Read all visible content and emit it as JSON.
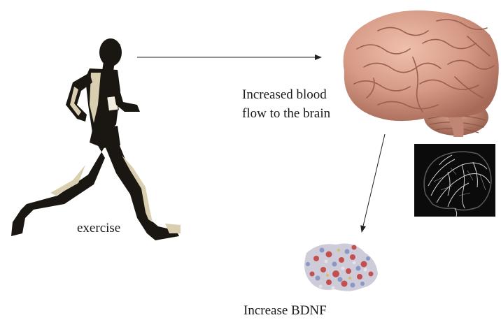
{
  "labels": {
    "exercise": "exercise",
    "blood_flow_line1": "Increased blood",
    "blood_flow_line2": "flow to the brain",
    "bdnf": "Increase BDNF"
  },
  "icons": {
    "runner": "runner-silhouette-icon",
    "brain": "brain-icon",
    "angiogram": "brain-angiogram-image",
    "protein": "bdnf-protein-molecule-image"
  },
  "colors": {
    "runner_dark": "#1a1712",
    "runner_highlight": "#d9cfb0",
    "brain": "#d69a86",
    "protein_red": "#c23a3a",
    "protein_blue": "#7d8fc4",
    "arrow": "#222222",
    "text": "#1a1a1a"
  }
}
